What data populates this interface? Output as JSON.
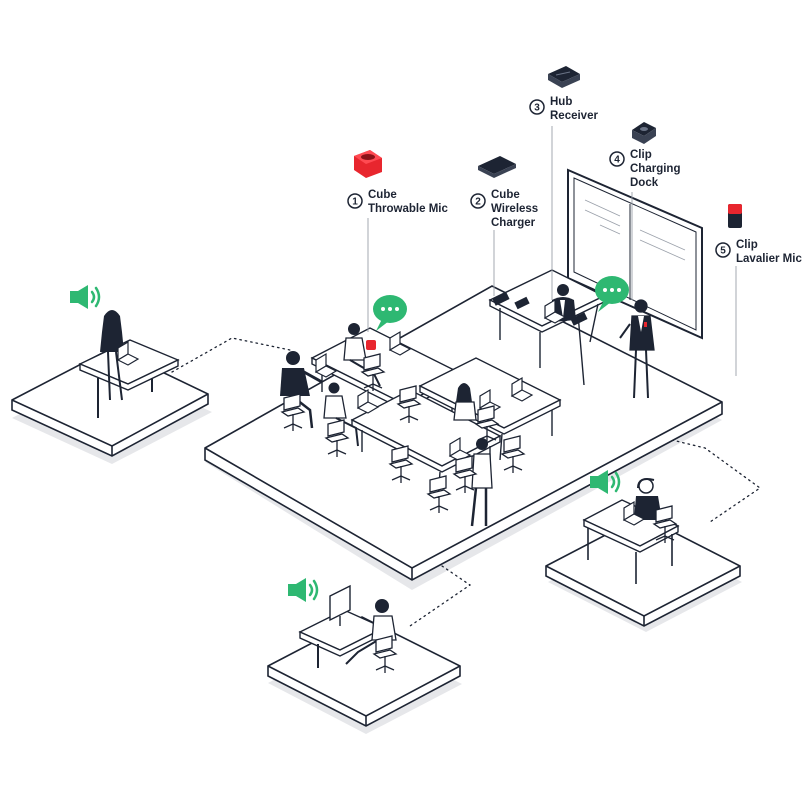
{
  "colors": {
    "ink": "#1d2433",
    "accent_green": "#2eb872",
    "accent_red": "#e8262e",
    "platform_shadow": "#e6e7ea",
    "device_dark": "#1d2433"
  },
  "callouts": [
    {
      "number": "1",
      "lines": [
        "Cube",
        "Throwable Mic"
      ],
      "device_icon": "red-cube-mic-icon"
    },
    {
      "number": "2",
      "lines": [
        "Cube",
        "Wireless",
        "Charger"
      ],
      "device_icon": "wireless-charger-icon"
    },
    {
      "number": "3",
      "lines": [
        "Hub",
        "Receiver"
      ],
      "device_icon": "hub-receiver-icon"
    },
    {
      "number": "4",
      "lines": [
        "Clip",
        "Charging",
        "Dock"
      ],
      "device_icon": "charging-dock-icon"
    },
    {
      "number": "5",
      "lines": [
        "Clip",
        "Lavalier Mic"
      ],
      "device_icon": "lavalier-mic-icon"
    }
  ],
  "icons": {
    "speaker": "speaker-volume-icon",
    "speech_bubble": "chat-bubble-icon"
  }
}
